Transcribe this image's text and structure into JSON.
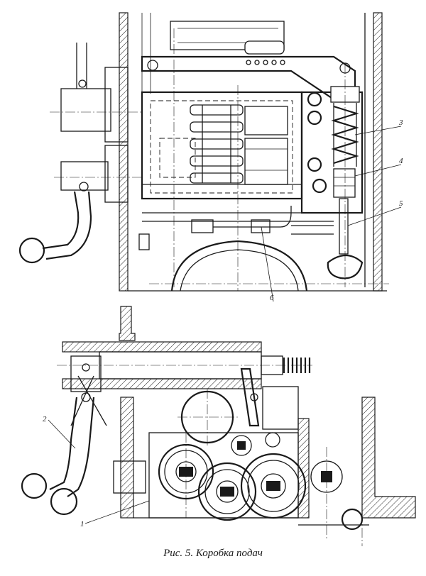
{
  "caption": "Рис. 5. Коробка подач",
  "callouts": {
    "c1": "1",
    "c2": "2",
    "c3": "3",
    "c4": "4",
    "c5": "5",
    "c6": "6"
  }
}
